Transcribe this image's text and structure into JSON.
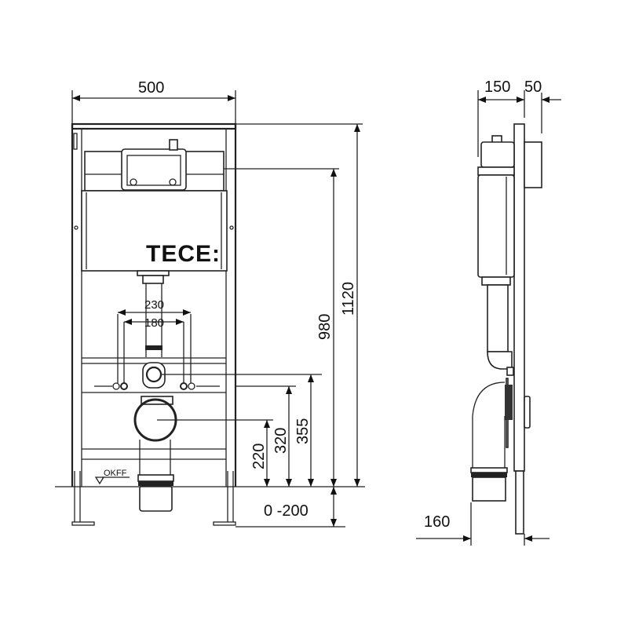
{
  "front_view": {
    "width": "500",
    "inlet_spacing_outer": "230",
    "inlet_spacing_inner": "180",
    "logo": "TECE:",
    "floor_label": "OKFF",
    "drain_height": "220",
    "fixing_height": "320",
    "inlet_height": "355",
    "actuator_height": "980",
    "total_height": "1120",
    "leg_adjust": "0 -200"
  },
  "side_view": {
    "depth": "150",
    "front_depth": "50",
    "drain_projection": "160"
  },
  "colors": {
    "line": "#222222",
    "background": "#ffffff"
  }
}
